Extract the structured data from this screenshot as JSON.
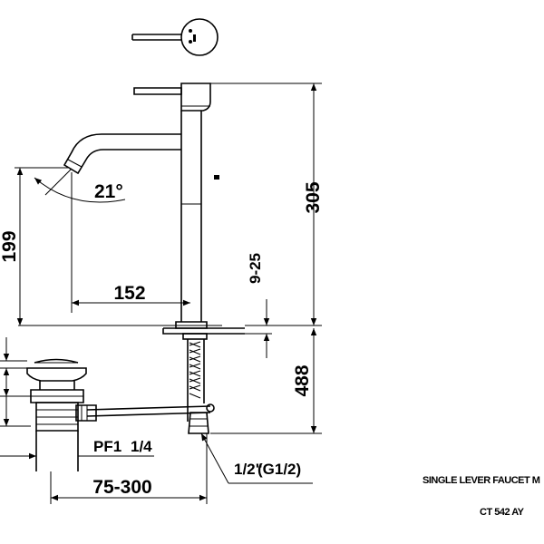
{
  "dimensions": {
    "total_height": "305",
    "spout_height": "199",
    "spout_reach": "152",
    "spout_angle": "21°",
    "deck_thickness": "9-25",
    "under_deck": "488",
    "waste_rod": "75-300",
    "waste_thread_main": "PF1",
    "waste_thread_frac": "1/4",
    "inlet_main": "1/2\"",
    "inlet_paren": "(G1/2)"
  },
  "title_block": {
    "product_name": "SINGLE LEVER FAUCET M",
    "model": "CT 542 AY"
  }
}
